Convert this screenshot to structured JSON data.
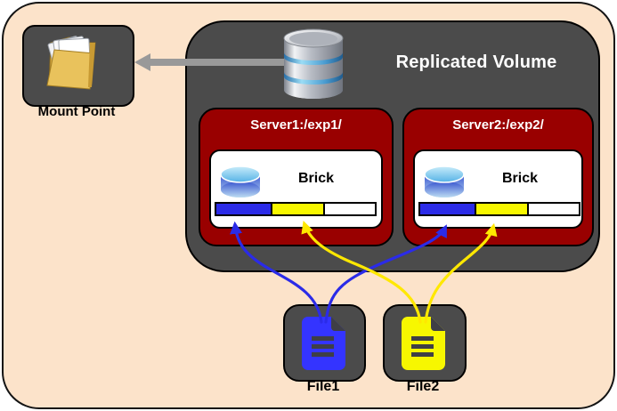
{
  "volume": {
    "title": "Replicated Volume"
  },
  "mount_point": {
    "label": "Mount Point"
  },
  "servers": [
    {
      "label": "Server1:/exp1/",
      "brick": "Brick"
    },
    {
      "label": "Server2:/exp2/",
      "brick": "Brick"
    }
  ],
  "files": [
    {
      "label": "File1"
    },
    {
      "label": "File2"
    }
  ],
  "icons": {
    "volume": "database-icon",
    "mount_point": "folder-icon",
    "brick": "disk-icon",
    "file1": "document-icon-blue",
    "file2": "document-icon-yellow",
    "mount_arrow": "arrow-left-icon",
    "replication_arrows": "curved-arrow-icons"
  },
  "colors": {
    "background": "#FCE3CA",
    "container_gray": "#4B4B4B",
    "server_red": "#990000",
    "file1_blue": "#3434FF",
    "file2_yellow": "#F7F700",
    "arrow_blue": "#2B2BE8",
    "arrow_yellow": "#FFE800",
    "mount_arrow_gray": "#999999",
    "bar_segments": [
      "#2B2BE8",
      "#F7F700",
      "#FFFFFF"
    ]
  }
}
